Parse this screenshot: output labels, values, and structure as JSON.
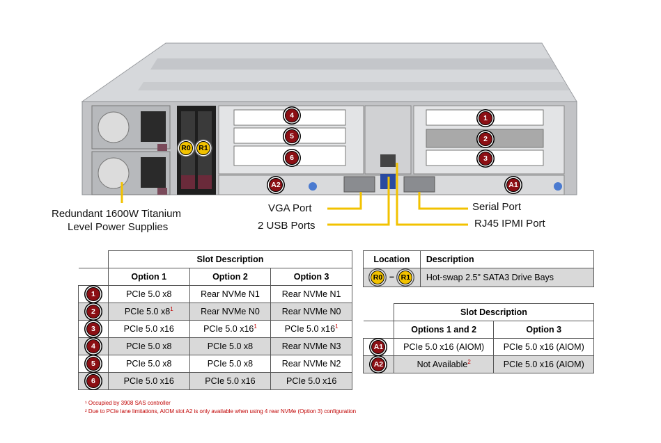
{
  "callouts": {
    "psu_line1": "Redundant 1600W Titanium",
    "psu_line2": "Level Power Supplies",
    "vga": "VGA Port",
    "usb": "2 USB Ports",
    "serial": "Serial Port",
    "rj45": "RJ45 IPMI Port"
  },
  "chassis_badges": [
    "4",
    "5",
    "6",
    "1",
    "2",
    "3",
    "A2",
    "A1",
    "R0",
    "R1"
  ],
  "slot_table": {
    "title": "Slot Description",
    "headers": [
      "Option 1",
      "Option 2",
      "Option 3"
    ],
    "rows": [
      {
        "slot": "1",
        "cells": [
          "PCIe 5.0 x8",
          "Rear NVMe N1",
          "Rear NVMe N1"
        ]
      },
      {
        "slot": "2",
        "cells": [
          "PCIe 5.0 x8",
          "Rear NVMe N0",
          "Rear NVMe N0"
        ],
        "fn": "1"
      },
      {
        "slot": "3",
        "cells": [
          "PCIe 5.0 x16",
          "PCIe 5.0 x16",
          "PCIe 5.0 x16"
        ],
        "fn": "1"
      },
      {
        "slot": "4",
        "cells": [
          "PCIe 5.0 x8",
          "PCIe 5.0 x8",
          "Rear NVMe N3"
        ]
      },
      {
        "slot": "5",
        "cells": [
          "PCIe 5.0 x8",
          "PCIe 5.0 x8",
          "Rear NVMe N2"
        ]
      },
      {
        "slot": "6",
        "cells": [
          "PCIe 5.0 x16",
          "PCIe 5.0 x16",
          "PCIe 5.0 x16"
        ]
      }
    ]
  },
  "location_table": {
    "headers": [
      "Location",
      "Description"
    ],
    "badge_a": "R0",
    "dash": "–",
    "badge_b": "R1",
    "description": "Hot-swap 2.5\" SATA3 Drive Bays"
  },
  "aiom_table": {
    "title": "Slot Description",
    "headers": [
      "Options 1 and 2",
      "Option 3"
    ],
    "rows": [
      {
        "slot": "A1",
        "cells": [
          "PCIe 5.0 x16 (AIOM)",
          "PCIe 5.0 x16 (AIOM)"
        ]
      },
      {
        "slot": "A2",
        "cells": [
          "Not Available",
          "PCIe 5.0 x16 (AIOM)"
        ],
        "fn": "2"
      }
    ]
  },
  "footnotes": {
    "n1": "¹ Occupied by 3908 SAS controller",
    "n2": "² Due to PCIe lane limitations, AIOM slot A2 is only available when using 4 rear NVMe (Option 3) configuration"
  },
  "colors": {
    "accent_line": "#f2c200",
    "badge_red": "#8b0f14",
    "chassis": "#cfcfd1",
    "shade": "#d9d9d9",
    "footnote": "#c00000"
  }
}
